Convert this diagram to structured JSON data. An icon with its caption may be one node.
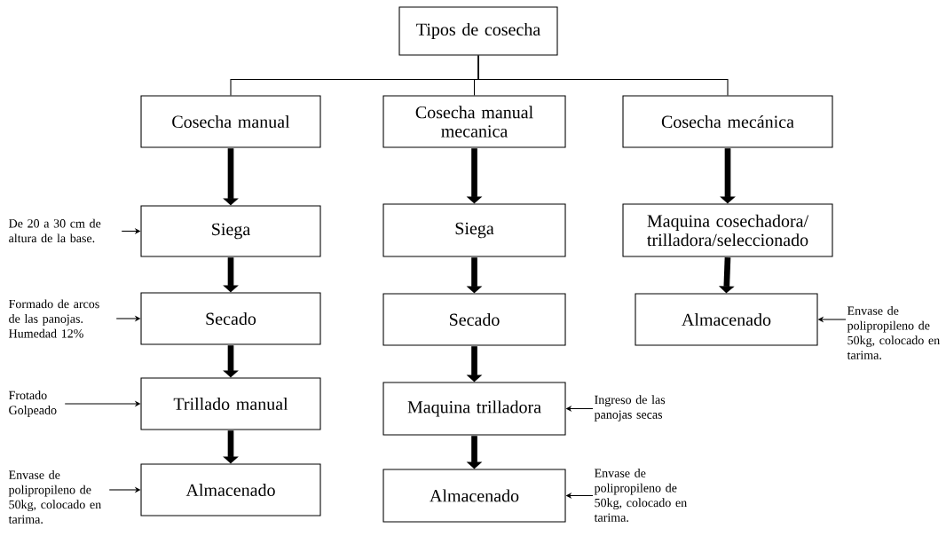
{
  "diagram": {
    "nodes": [
      {
        "text": [
          "Tipos de cosecha"
        ]
      },
      {
        "text": [
          "Cosecha manual"
        ]
      },
      {
        "text": [
          "Cosecha manual mecanica"
        ]
      },
      {
        "text": [
          "Cosecha mecánica"
        ]
      },
      {
        "text": [
          "Siega"
        ]
      },
      {
        "text": [
          "Secado"
        ]
      },
      {
        "text": [
          "Trillado manual"
        ]
      },
      {
        "text": [
          "Almacenado"
        ]
      },
      {
        "text": [
          "Siega"
        ]
      },
      {
        "text": [
          "Secado"
        ]
      },
      {
        "text": [
          "Maquina trilladora"
        ]
      },
      {
        "text": [
          "Almacenado"
        ]
      },
      {
        "text": [
          "Maquina cosechadora/ trilladora/seleccionado"
        ]
      },
      {
        "text": [
          "Almacenado"
        ]
      },
      {
        "text": [
          "De 20 a 30 cm de altura de la base."
        ]
      },
      {
        "text": [
          "Formado de arcos de las panojas. Humedad 12%"
        ]
      },
      {
        "text": [
          "Frotado Golpeado"
        ]
      },
      {
        "text": [
          "Envase de polipropileno de 50kg, colocado en tarima."
        ]
      },
      {
        "text": [
          "Ingreso de las panojas secas"
        ]
      },
      {
        "text": [
          "Envase de polipropileno de 50kg, colocado en tarima."
        ]
      },
      {
        "text": [
          "Envase de polipropileno de 50kg, colocado en tarima."
        ]
      }
    ],
    "edges": [
      {
        "from": 0,
        "to": 1,
        "arrow": "none"
      },
      {
        "from": 0,
        "to": 2,
        "arrow": "none"
      },
      {
        "from": 0,
        "to": 3,
        "arrow": "none"
      },
      {
        "from": 1,
        "to": 4,
        "arrow": "to",
        "style": "thick"
      },
      {
        "from": 4,
        "to": 5,
        "arrow": "to",
        "style": "thick"
      },
      {
        "from": 5,
        "to": 6,
        "arrow": "to",
        "style": "thick"
      },
      {
        "from": 6,
        "to": 7,
        "arrow": "to",
        "style": "thick"
      },
      {
        "from": 2,
        "to": 8,
        "arrow": "to",
        "style": "thick"
      },
      {
        "from": 8,
        "to": 9,
        "arrow": "to",
        "style": "thick"
      },
      {
        "from": 9,
        "to": 10,
        "arrow": "to",
        "style": "thick"
      },
      {
        "from": 10,
        "to": 11,
        "arrow": "to",
        "style": "thick"
      },
      {
        "from": 3,
        "to": 12,
        "arrow": "to",
        "style": "thick"
      },
      {
        "from": 12,
        "to": 13,
        "arrow": "to",
        "style": "thick"
      },
      {
        "from": 14,
        "to": 4,
        "arrow": "to"
      },
      {
        "from": 15,
        "to": 5,
        "arrow": "to"
      },
      {
        "from": 16,
        "to": 6,
        "arrow": "to"
      },
      {
        "from": 17,
        "to": 7,
        "arrow": "to"
      },
      {
        "from": 18,
        "to": 10,
        "arrow": "to"
      },
      {
        "from": 19,
        "to": 11,
        "arrow": "to"
      },
      {
        "from": 20,
        "to": 13,
        "arrow": "to"
      }
    ]
  }
}
